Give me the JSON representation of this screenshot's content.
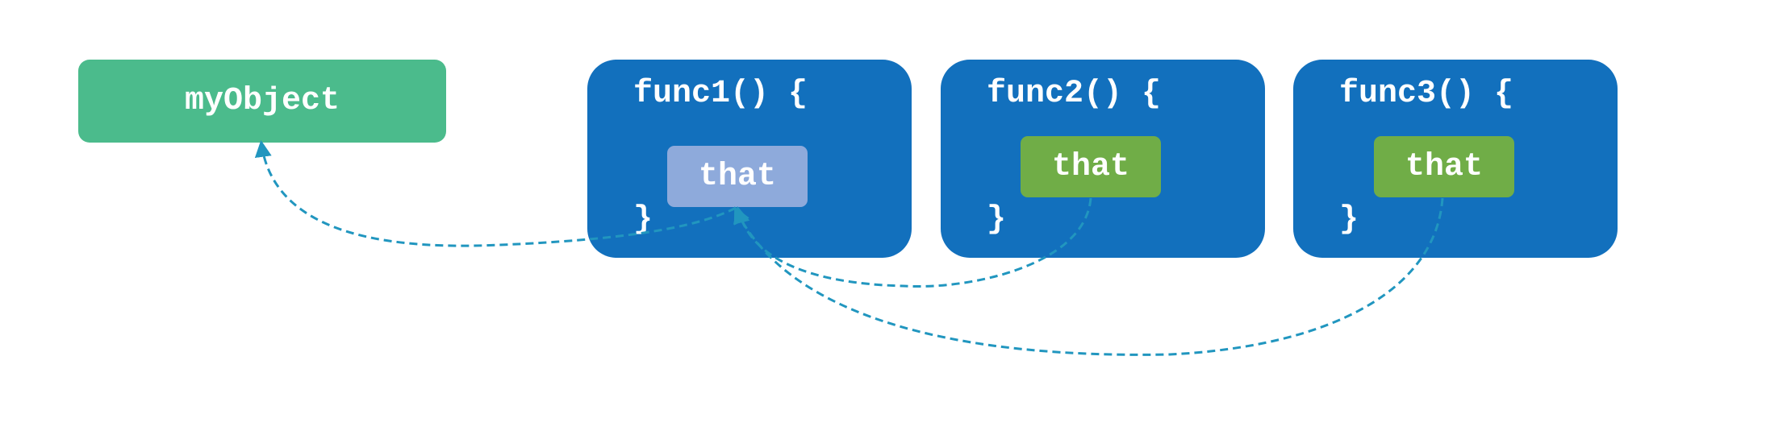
{
  "object": {
    "label": "myObject",
    "color": "#4bbb8c"
  },
  "functions": [
    {
      "head": "func1() {",
      "close": "}",
      "that_label": "that",
      "that_color": "#8eaadb"
    },
    {
      "head": "func2() {",
      "close": "}",
      "that_label": "that",
      "that_color": "#70ad47"
    },
    {
      "head": "func3() {",
      "close": "}",
      "that_label": "that",
      "that_color": "#70ad47"
    }
  ],
  "colors": {
    "function_box": "#1270bd",
    "arrow": "#2196bf"
  }
}
